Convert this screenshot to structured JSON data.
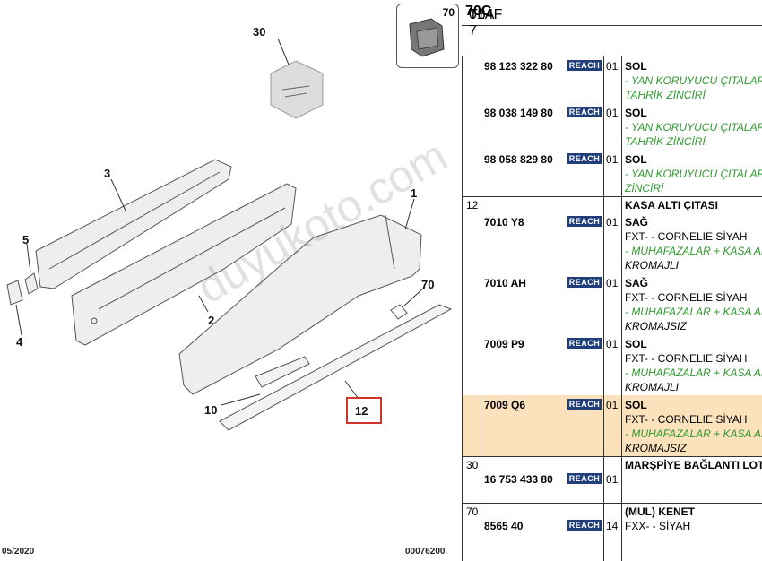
{
  "header": {
    "ref": "T84F 7 ",
    "group": "70C",
    "rest": " 01A"
  },
  "diagram": {
    "callouts": {
      "c1": "1",
      "c2": "2",
      "c3": "3",
      "c4": "4",
      "c5": "5",
      "c10": "10",
      "c12": "12",
      "c30": "30",
      "c70": "70"
    },
    "thumb_number": "70",
    "footer_date": "05/2020",
    "footer_code": "00076200",
    "watermark": "duyukoto.com"
  },
  "rows": [
    {
      "group": "",
      "part": "98 123 322 80",
      "badge": "REACH",
      "qty": "01",
      "lines": [
        {
          "t": "SOL",
          "s": "bold"
        },
        {
          "t": "- YAN KORUYUCU ÇITALAR",
          "s": "green"
        },
        {
          "t": "TAHRİK ZİNCİRİ",
          "s": "green"
        }
      ]
    },
    {
      "group": "",
      "part": "98 038 149 80",
      "badge": "REACH",
      "qty": "01",
      "lines": [
        {
          "t": "SOL",
          "s": "bold"
        },
        {
          "t": "- YAN KORUYUCU ÇITALAR",
          "s": "green"
        },
        {
          "t": "TAHRİK ZİNCİRİ",
          "s": "green"
        }
      ]
    },
    {
      "group": "",
      "part": "98 058 829 80",
      "badge": "REACH",
      "qty": "01",
      "lines": [
        {
          "t": "SOL",
          "s": "bold"
        },
        {
          "t": "- YAN KORUYUCU ÇITALAR",
          "s": "green"
        },
        {
          "t": "ZİNCİRİ",
          "s": "green"
        }
      ]
    },
    {
      "group": "12",
      "part": "",
      "badge": "",
      "qty": "",
      "lines": [
        {
          "t": "KASA ALTI ÇITASI",
          "s": "bold"
        }
      ]
    },
    {
      "group": "",
      "part": "7010 Y8",
      "badge": "REACH",
      "qty": "01",
      "lines": [
        {
          "t": "SAĞ",
          "s": "bold"
        },
        {
          "t": "FXT- - CORNELIE SİYAH",
          "s": ""
        },
        {
          "t": "- MUHAFAZALAR + KASA AL",
          "s": "green"
        },
        {
          "t": "KROMAJLI",
          "s": "ital"
        }
      ]
    },
    {
      "group": "",
      "part": "7010 AH",
      "badge": "REACH",
      "qty": "01",
      "lines": [
        {
          "t": "SAĞ",
          "s": "bold"
        },
        {
          "t": "FXT- - CORNELIE SİYAH",
          "s": ""
        },
        {
          "t": "- MUHAFAZALAR + KASA AL",
          "s": "green"
        },
        {
          "t": "KROMAJSIZ",
          "s": "ital"
        }
      ]
    },
    {
      "group": "",
      "part": "7009 P9",
      "badge": "REACH",
      "qty": "01",
      "lines": [
        {
          "t": "SOL",
          "s": "bold"
        },
        {
          "t": "FXT- - CORNELIE SİYAH",
          "s": ""
        },
        {
          "t": "- MUHAFAZALAR + KASA AL",
          "s": "green"
        },
        {
          "t": "KROMAJLI",
          "s": "ital"
        }
      ]
    },
    {
      "group": "",
      "part": "7009 Q6",
      "badge": "REACH",
      "qty": "01",
      "lines": [
        {
          "t": "SOL",
          "s": "bold"
        },
        {
          "t": "FXT- - CORNELIE SİYAH",
          "s": ""
        },
        {
          "t": "- MUHAFAZALAR + KASA AL",
          "s": "green"
        },
        {
          "t": "KROMAJSIZ",
          "s": "ital"
        }
      ]
    },
    {
      "group": "30",
      "part": "16 753 433 80",
      "badge": "REACH",
      "qty": "01",
      "lines": [
        {
          "t": "MARŞPİYE BAĞLANTI LOTU",
          "s": "bold"
        }
      ]
    },
    {
      "group": "70",
      "part": "8565 40",
      "badge": "REACH",
      "qty": "14",
      "lines": [
        {
          "t": "(MUL) KENET",
          "s": "bold"
        },
        {
          "t": "FXX- - SİYAH",
          "s": ""
        }
      ]
    }
  ]
}
